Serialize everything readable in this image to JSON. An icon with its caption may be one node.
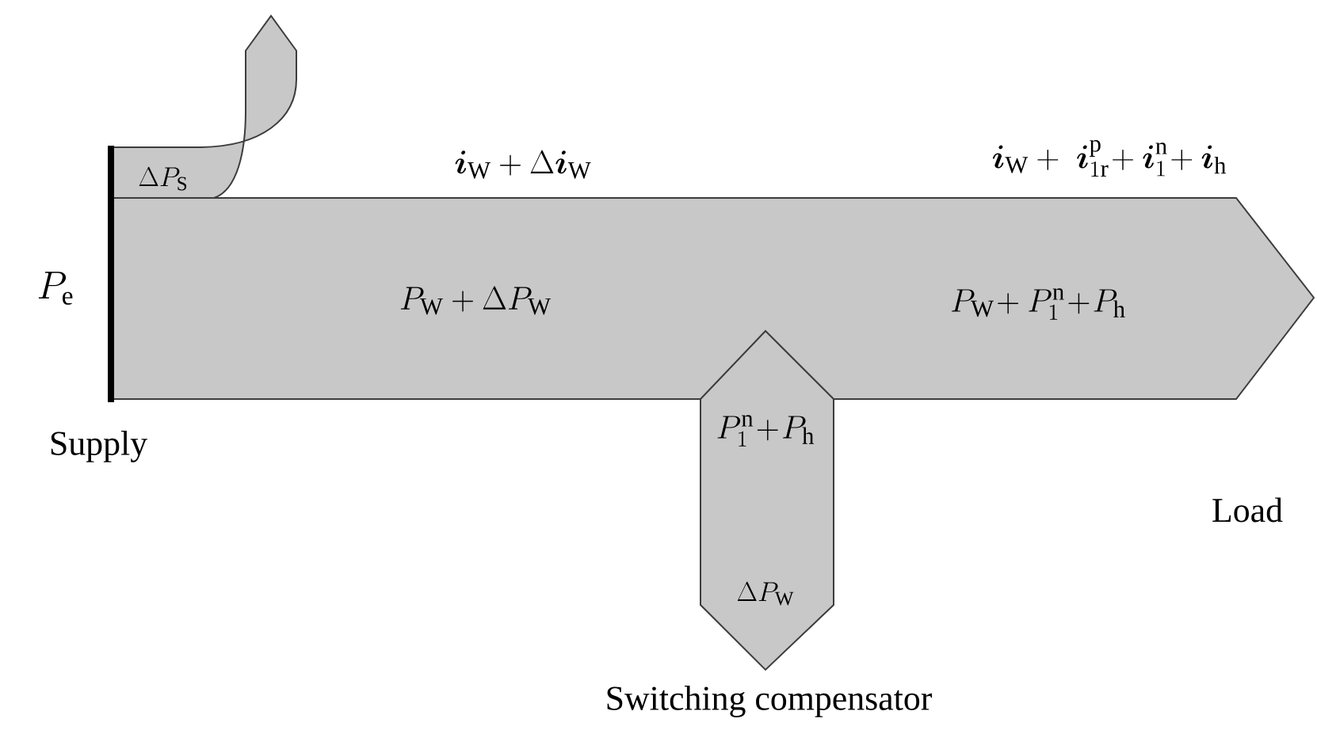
{
  "diagram": {
    "nodes": [
      {
        "text": [
          "P_{\\mathrm{W}}+\\Delta P_{\\mathrm{W}}",
          "P_{\\mathrm{W}}\\!+P_{1}^{\\mathrm{n}}\\!+\\!P_{\\mathrm{h}}"
        ]
      },
      {
        "text": [
          "\\Delta P_{\\mathrm{S}}"
        ]
      },
      {
        "text": [
          "P_{1}^{\\mathrm{n}}\\!+\\!P_{\\mathrm{h}}",
          "\\Delta P_{\\mathrm{W}}"
        ],
        "beside": [
          "Switching compensator"
        ]
      }
    ],
    "labels": [
      "P_{\\mathrm{e}}",
      "\\boldsymbol{i}_{\\mathrm{W}}+\\Delta\\boldsymbol{i}_{\\mathrm{W}}",
      "\\boldsymbol{i}_{\\mathrm{W}}+\\;\\boldsymbol{i}_{1\\mathrm{r}}^{\\mathrm{p}}\\!+\\boldsymbol{i}_{1}^{\\mathrm{n}}\\!+\\boldsymbol{i}_{\\mathrm{h}}",
      "Supply",
      "Load"
    ]
  }
}
